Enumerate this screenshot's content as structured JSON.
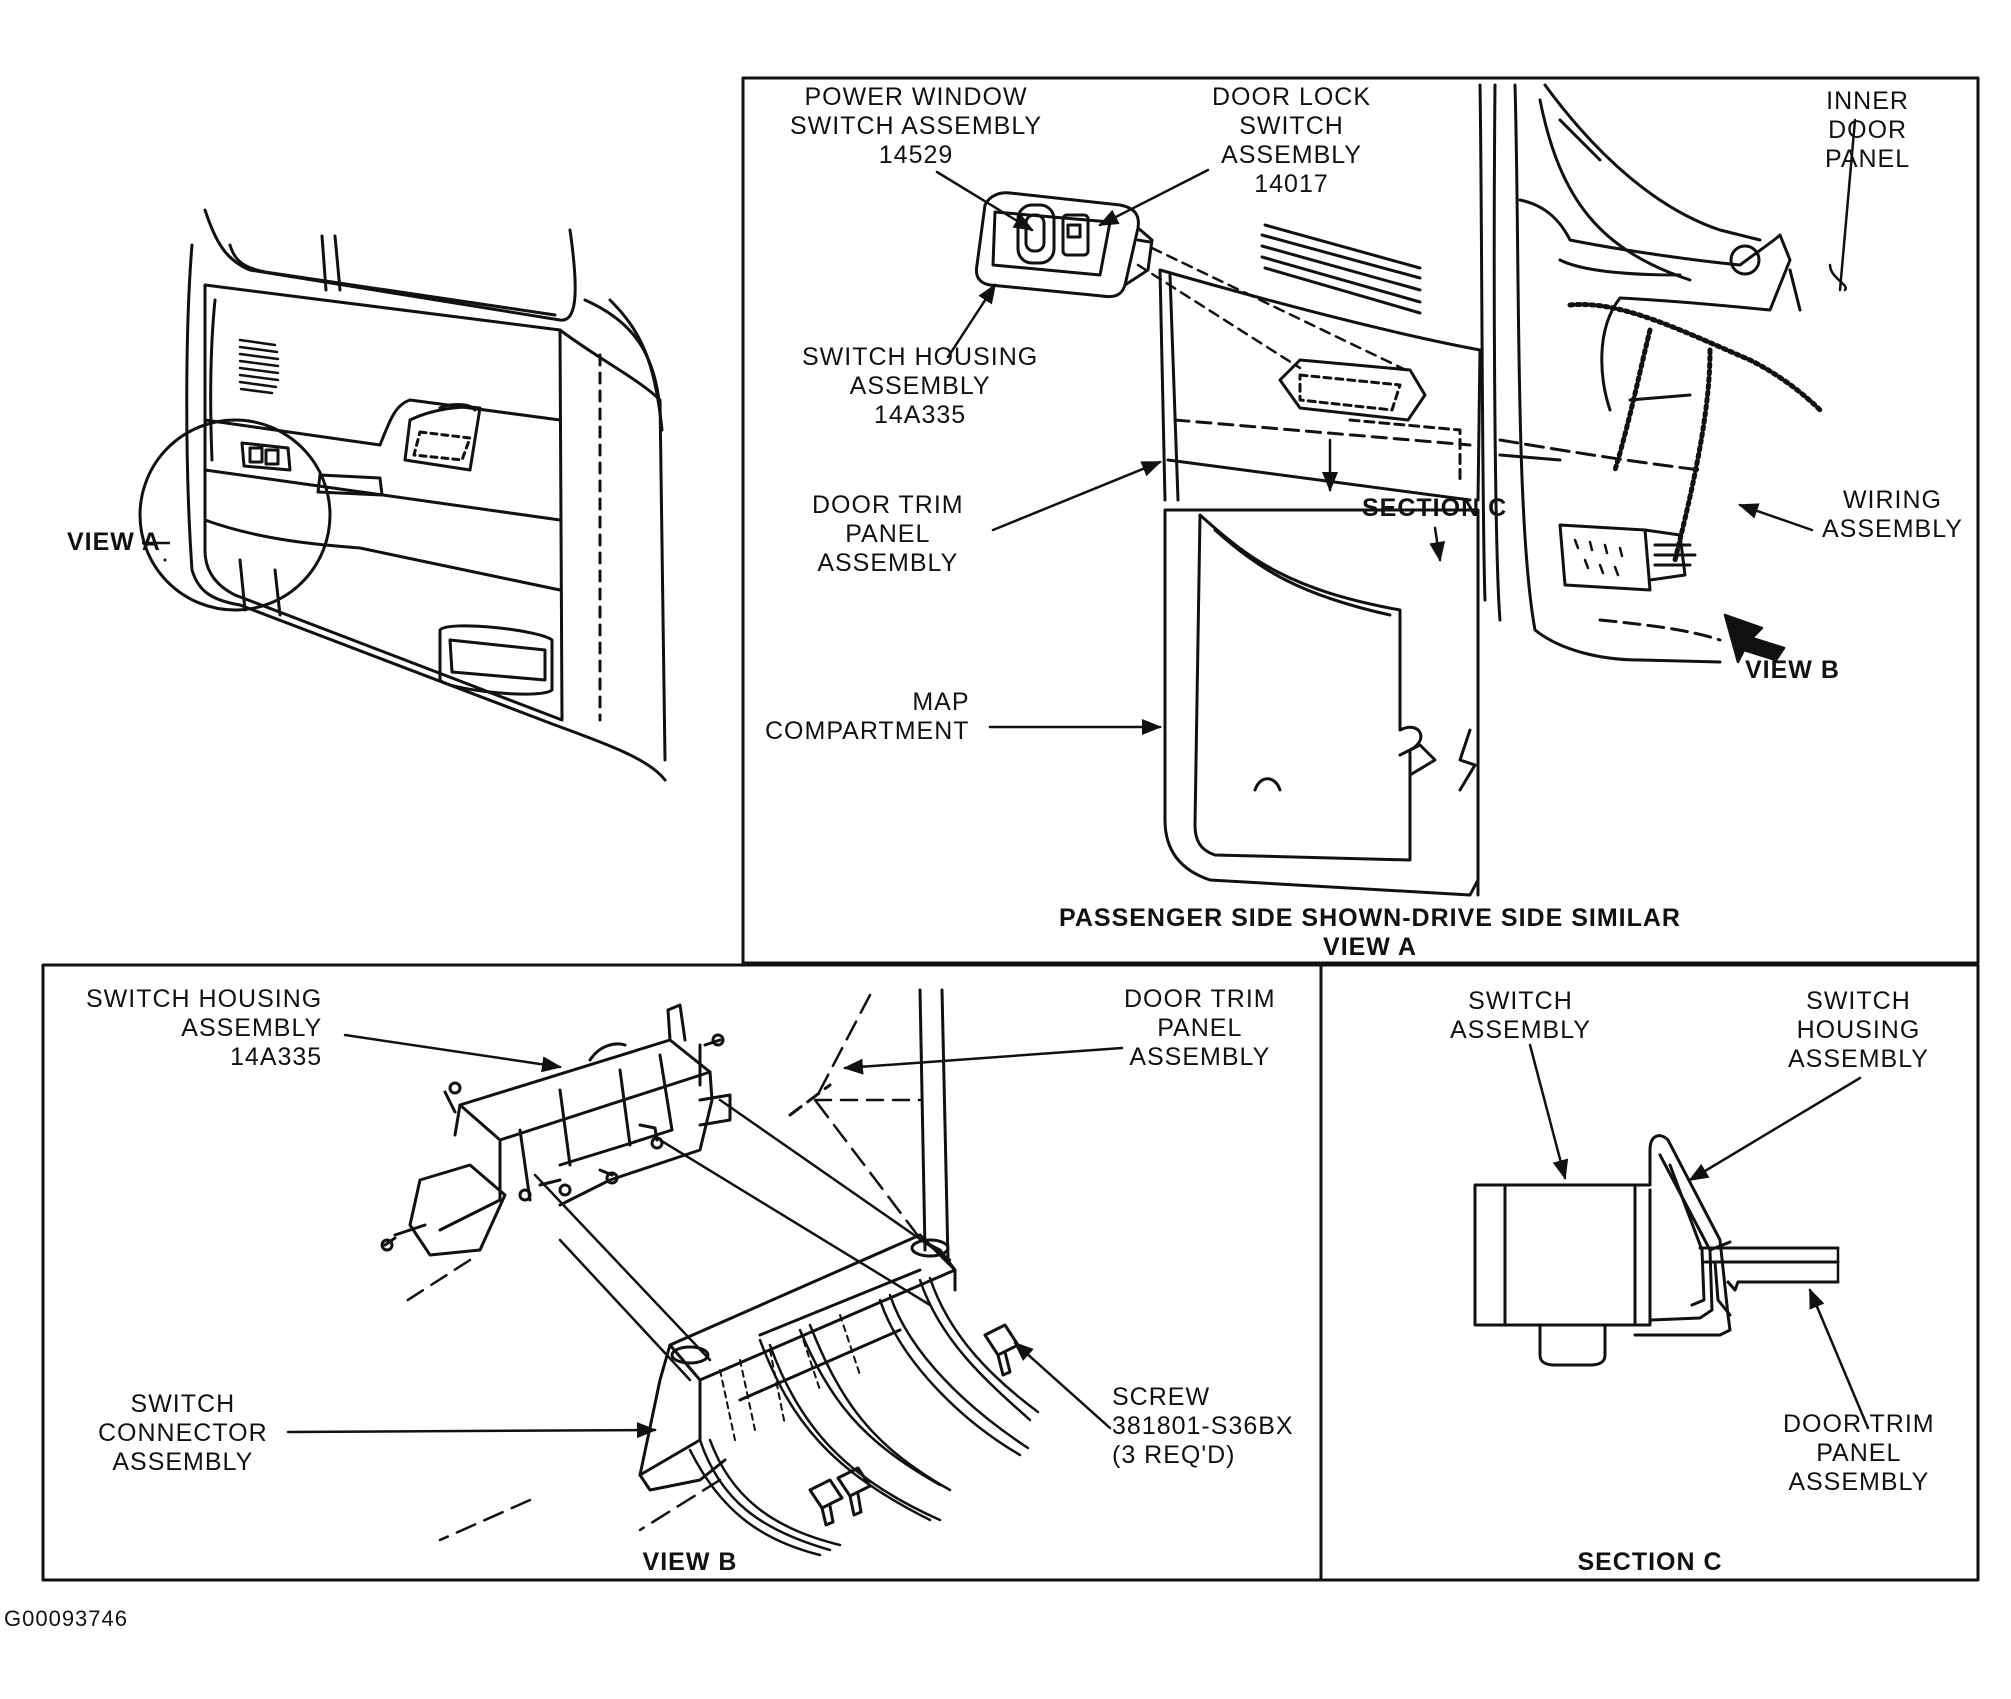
{
  "figure_id": "G00093746",
  "overview": {
    "view_a_label": "VIEW A"
  },
  "view_a_panel": {
    "power_window_switch": [
      "POWER WINDOW",
      "SWITCH ASSEMBLY",
      "14529"
    ],
    "door_lock_switch": [
      "DOOR LOCK",
      "SWITCH",
      "ASSEMBLY",
      "14017"
    ],
    "switch_housing": [
      "SWITCH HOUSING",
      "ASSEMBLY",
      "14A335"
    ],
    "door_trim_panel": [
      "DOOR TRIM",
      "PANEL",
      "ASSEMBLY"
    ],
    "map_compartment": [
      "MAP",
      "COMPARTMENT"
    ],
    "section_c_marker": "SECTION C",
    "inner_door_panel": [
      "INNER",
      "DOOR",
      "PANEL"
    ],
    "wiring_assembly": [
      "WIRING",
      "ASSEMBLY"
    ],
    "view_b_marker": "VIEW B",
    "caption_line1": "PASSENGER SIDE SHOWN-DRIVE SIDE SIMILAR",
    "caption_line2": "VIEW A"
  },
  "view_b_panel": {
    "switch_housing": [
      "SWITCH HOUSING",
      "ASSEMBLY",
      "14A335"
    ],
    "door_trim_panel": [
      "DOOR TRIM",
      "PANEL",
      "ASSEMBLY"
    ],
    "switch_connector": [
      "SWITCH",
      "CONNECTOR",
      "ASSEMBLY"
    ],
    "screw": [
      "SCREW",
      "381801-S36BX",
      "(3 REQ'D)"
    ],
    "caption": "VIEW B"
  },
  "section_c_panel": {
    "switch_assembly": [
      "SWITCH",
      "ASSEMBLY"
    ],
    "switch_housing": [
      "SWITCH",
      "HOUSING",
      "ASSEMBLY"
    ],
    "door_trim_panel": [
      "DOOR TRIM",
      "PANEL",
      "ASSEMBLY"
    ],
    "caption": "SECTION C"
  }
}
